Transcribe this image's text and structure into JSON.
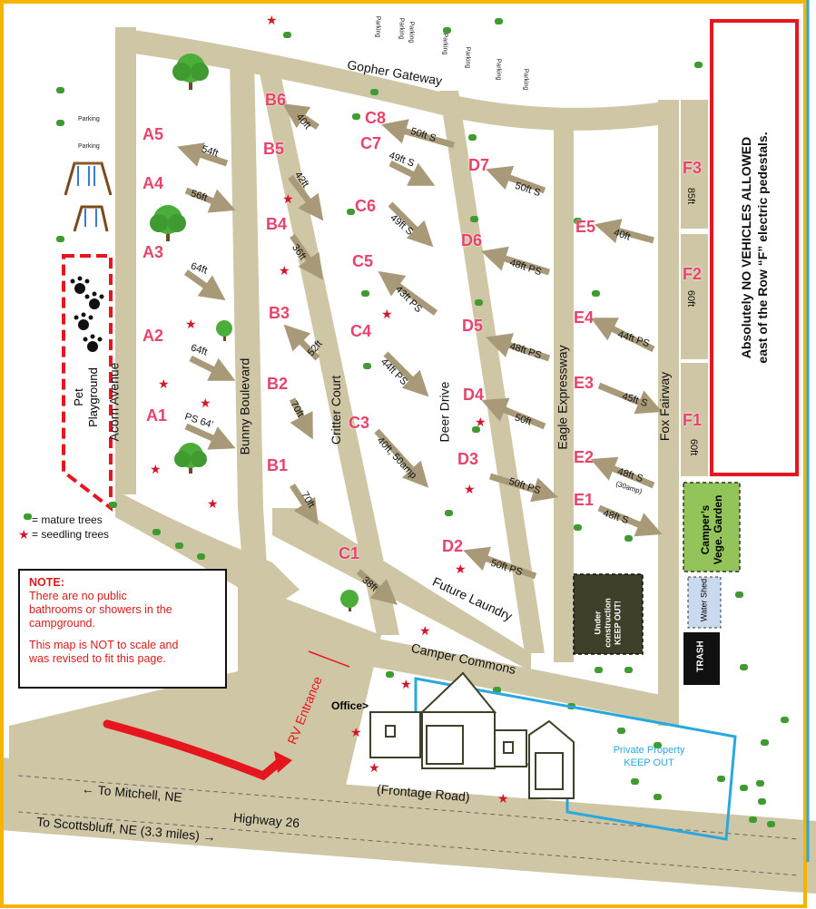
{
  "roads": {
    "acorn": "Acorn Avenue",
    "bunny": "Bunny Boulevard",
    "critter": "Critter Court",
    "deer": "Deer Drive",
    "eagle": "Eagle Expressway",
    "fox": "Fox Fairway",
    "gopher": "Gopher Gateway",
    "laundry": "Future Laundry",
    "commons": "Camper Commons",
    "frontage": "(Frontage Road)",
    "highway": "Highway 26",
    "mitchell": "To Mitchell, NE",
    "scottsbluff": "To Scottsbluff, NE  (3.3 miles)",
    "rv_entrance": "RV Entrance",
    "office": "Office>"
  },
  "sites": {
    "A5": "A5",
    "A4": "A4",
    "A3": "A3",
    "A2": "A2",
    "A1": "A1",
    "B6": "B6",
    "B5": "B5",
    "B4": "B4",
    "B3": "B3",
    "B2": "B2",
    "B1": "B1",
    "C8": "C8",
    "C7": "C7",
    "C6": "C6",
    "C5": "C5",
    "C4": "C4",
    "C3": "C3",
    "C1": "C1",
    "D7": "D7",
    "D6": "D6",
    "D5": "D5",
    "D4": "D4",
    "D3": "D3",
    "D2": "D2",
    "E5": "E5",
    "E4": "E4",
    "E3": "E3",
    "E2": "E2",
    "E1": "E1",
    "F3": "F3",
    "F2": "F2",
    "F1": "F1"
  },
  "distances": {
    "A5": "54ft",
    "A4": "56ft",
    "A3": "64ft",
    "A2": "64ft",
    "A1": "PS 64'",
    "B6": "40ft",
    "B5": "42ft",
    "B4": "36ft",
    "B3": "52ft",
    "B2": "70ft",
    "B1": "70ft",
    "C8": "50ft S",
    "C7": "49ft S",
    "C6": "49ft S",
    "C5": "43ft PS",
    "C4": "44ft PS",
    "C3": "40ft, 50amp",
    "C1": "38ft",
    "D7": "50ft S",
    "D6": "48ft PS",
    "D5": "48ft PS",
    "D4": "50ft",
    "D3": "50ft PS",
    "D2": "50ft PS",
    "E5": "40ft",
    "E4": "44ft PS",
    "E3": "45ft S",
    "E2": "48ft S",
    "E2_note": "(30amp)",
    "E1": "48ft S",
    "F3": "85ft",
    "F2": "60ft",
    "F1": "60ft"
  },
  "parking_label": "Parking",
  "pet_area": {
    "line1": "Pet",
    "line2": "Playground"
  },
  "warning": {
    "line1": "Absolutely NO VEHICLES ALLOWED",
    "line2": "east of the Row “F” electric pedestals."
  },
  "garden": "Camper’s Vege. Garden",
  "water_shed": "Water Shed",
  "trash": "TRASH",
  "construction": {
    "line1": "Under",
    "line2": "construction",
    "line3": "KEEP OUT!"
  },
  "private": {
    "line1": "Private Property",
    "line2": "KEEP OUT"
  },
  "legend": {
    "mature": "= mature trees",
    "seedling": "= seedling trees"
  },
  "note": {
    "title": "NOTE:",
    "line1": "There are no public",
    "line2": "bathrooms or showers in the",
    "line3": "campground.",
    "line4": "This map is NOT to scale and",
    "line5": "was revised to fit this page."
  },
  "colors": {
    "road": "#cfc6a6",
    "border": "#f5b400",
    "blue_edge": "#29a8e0",
    "site_label": "#e8436a",
    "arrow": "#a89a78",
    "tree": "#3f9b2f",
    "star": "#d3172a",
    "private": "#29a8e0",
    "garden": "#92c45a",
    "shed": "#c9d9ee",
    "construction": "#3f3f2a"
  }
}
